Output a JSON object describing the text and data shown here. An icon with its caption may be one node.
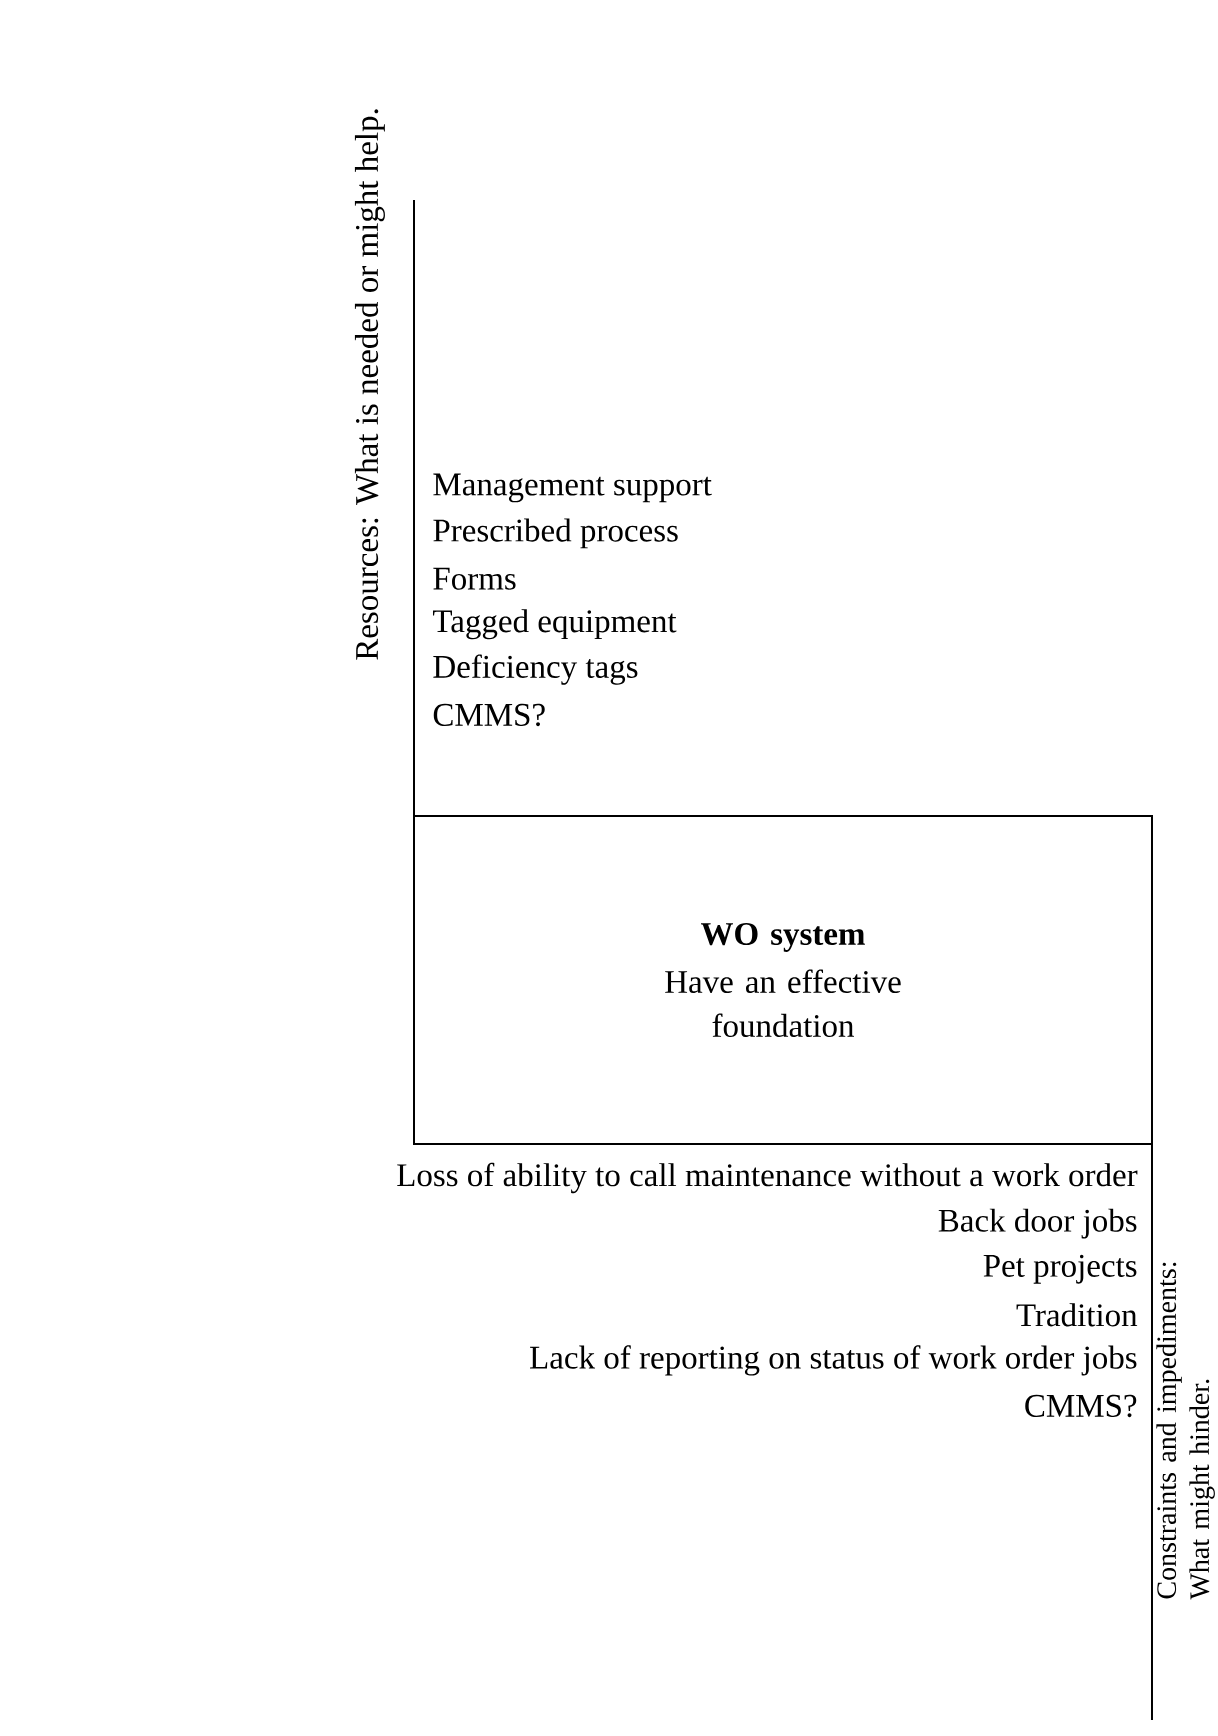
{
  "diagram": {
    "nodes": [
      {
        "text": [
          "WO system",
          "Have an effective foundation"
        ]
      }
    ],
    "labels": [
      "Resources:  What is needed or might help.",
      "Management support",
      "Prescribed process",
      "Forms",
      "Tagged equipment",
      "Deficiency tags",
      "CMMS?",
      "Loss of ability to call maintenance without a work order",
      "Back door jobs",
      "Pet projects",
      "Tradition",
      "Lack of reporting on status of work order jobs",
      "CMMS?",
      "Constraints and impediments: What might hinder."
    ]
  }
}
